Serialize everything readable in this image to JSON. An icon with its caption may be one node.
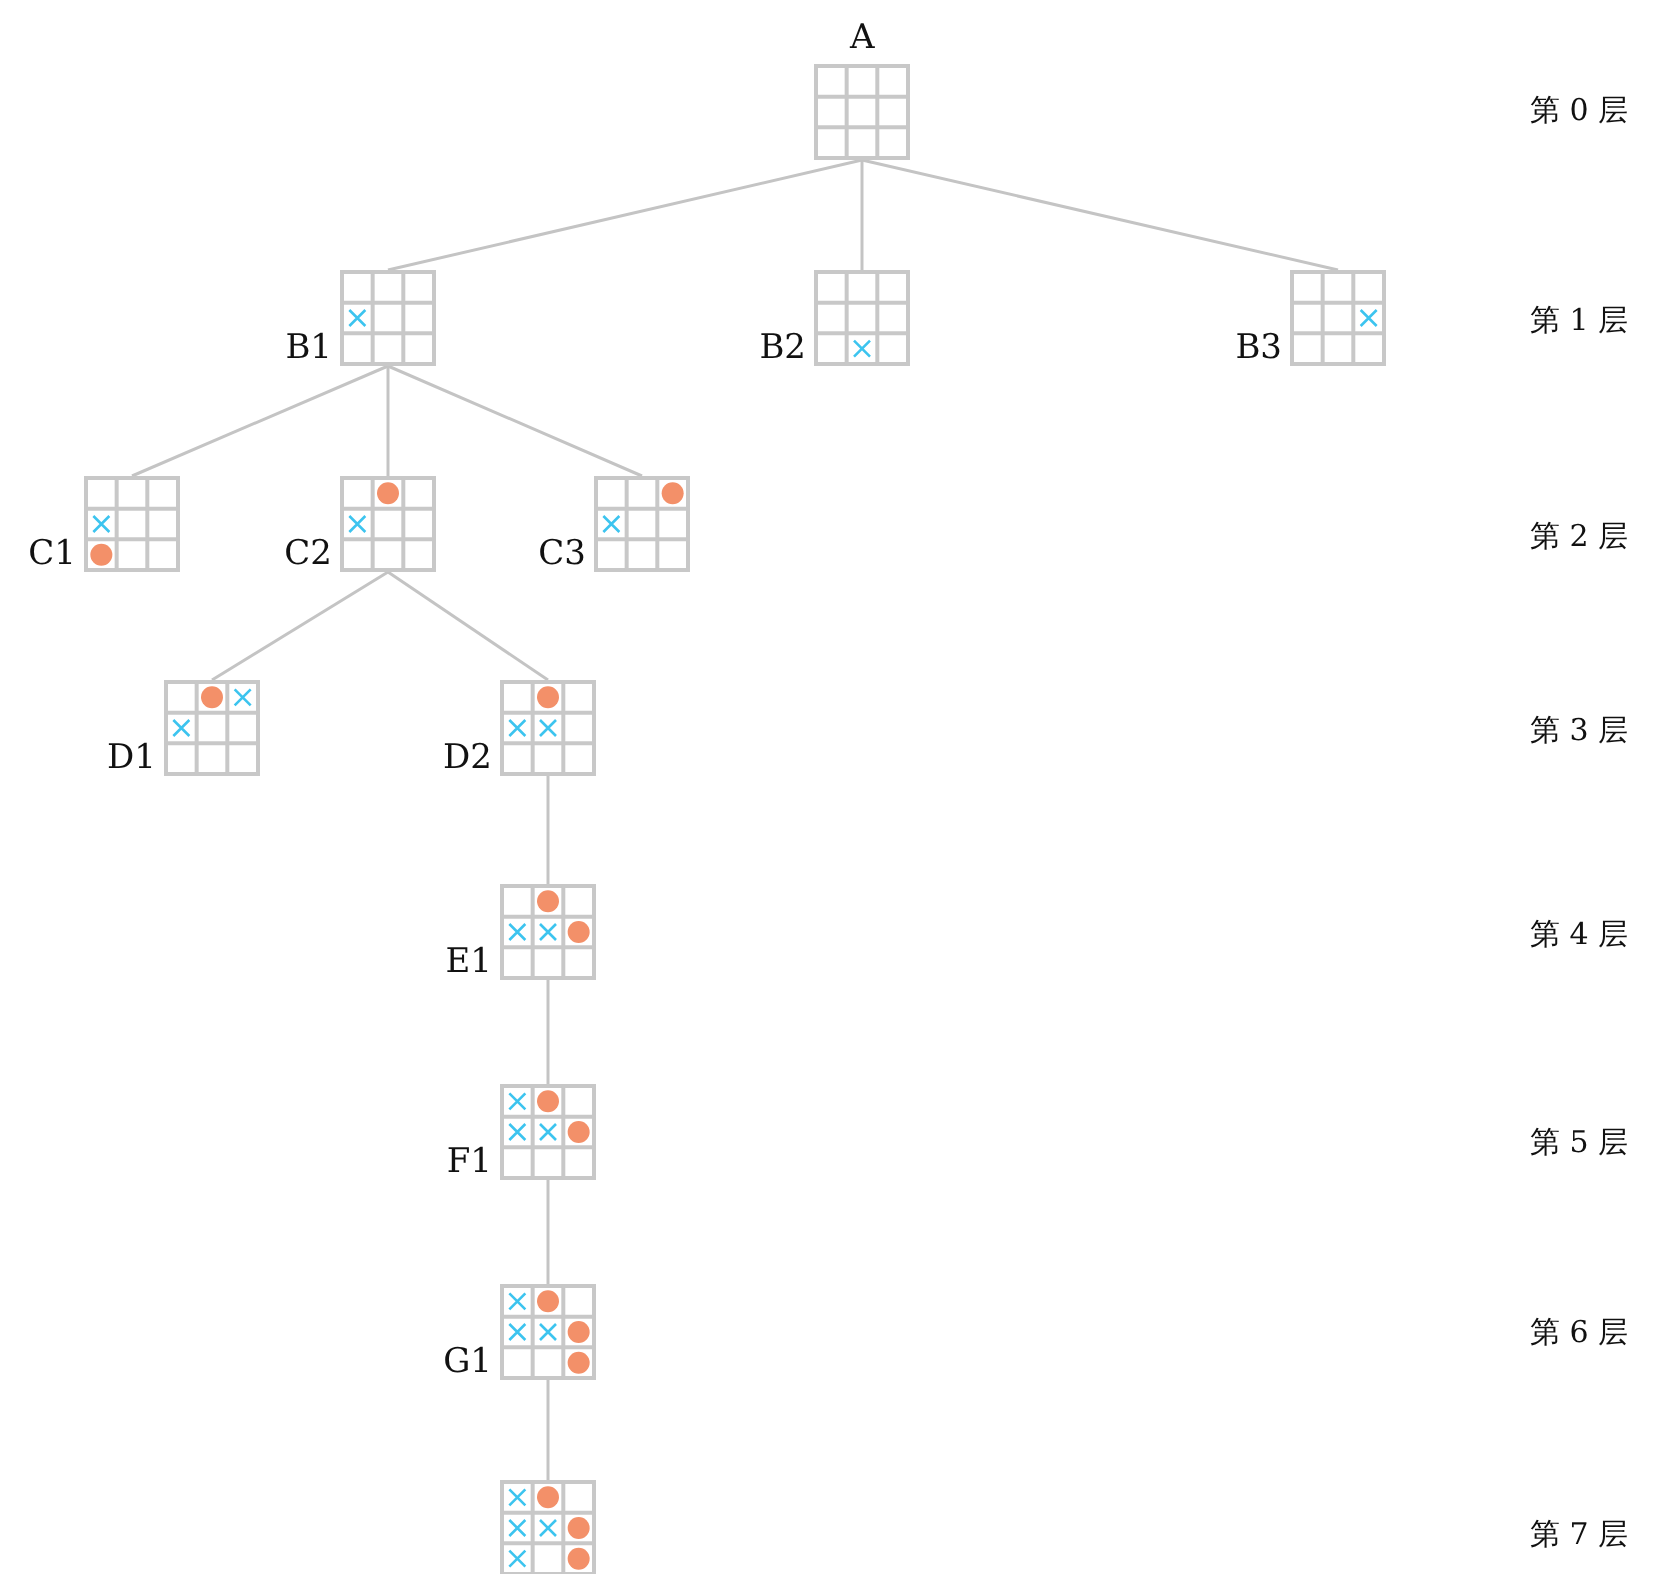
{
  "diagram": {
    "nodes": [
      {
        "text": [
          "A"
        ]
      },
      {
        "text": [
          "B1"
        ]
      },
      {
        "text": [
          "B2"
        ]
      },
      {
        "text": [
          "B3"
        ]
      },
      {
        "text": [
          "C1"
        ]
      },
      {
        "text": [
          "C2"
        ]
      },
      {
        "text": [
          "C3"
        ]
      },
      {
        "text": [
          "D1"
        ]
      },
      {
        "text": [
          "D2"
        ]
      },
      {
        "text": [
          "E1"
        ]
      },
      {
        "text": [
          "F1"
        ]
      },
      {
        "text": [
          "G1"
        ]
      },
      {
        "text": [],
        "shape": "box"
      }
    ],
    "edges": [
      {
        "from": 0,
        "to": 1,
        "arrow": "none"
      },
      {
        "from": 0,
        "to": 2,
        "arrow": "none"
      },
      {
        "from": 0,
        "to": 3,
        "arrow": "none"
      },
      {
        "from": 1,
        "to": 4,
        "arrow": "none"
      },
      {
        "from": 1,
        "to": 5,
        "arrow": "none"
      },
      {
        "from": 1,
        "to": 6,
        "arrow": "none"
      },
      {
        "from": 5,
        "to": 7,
        "arrow": "none"
      },
      {
        "from": 5,
        "to": 8,
        "arrow": "none"
      },
      {
        "from": 8,
        "to": 9,
        "arrow": "none"
      },
      {
        "from": 9,
        "to": 10,
        "arrow": "none"
      },
      {
        "from": 10,
        "to": 11,
        "arrow": "none"
      },
      {
        "from": 11,
        "to": 12,
        "arrow": "none"
      }
    ],
    "labels": [
      "第 0 层",
      "第 1 层",
      "第 2 层",
      "第 3 层",
      "第 4 层",
      "第 5 层",
      "第 6 层",
      "第 7 层"
    ]
  }
}
